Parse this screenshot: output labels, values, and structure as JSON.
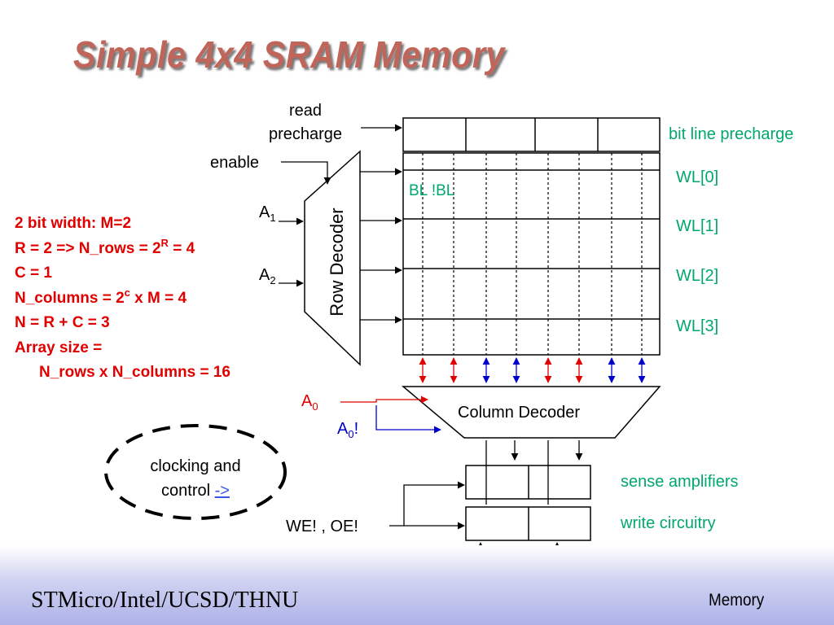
{
  "title": "Simple  4x4 SRAM Memory",
  "labels": {
    "read_precharge_line1": "read",
    "read_precharge_line2": "precharge",
    "enable": "enable",
    "bit_line_precharge": "bit line precharge",
    "bl_label": "BL !BL",
    "a1": "A",
    "a1_sub": "1",
    "a2": "A",
    "a2_sub": "2",
    "row_decoder": "Row Decoder",
    "wl0": "WL[0]",
    "wl1": "WL[1]",
    "wl2": "WL[2]",
    "wl3": "WL[3]",
    "a0": "A",
    "a0_sub": "0",
    "a0n": "A",
    "a0n_sub": "0",
    "a0n_suffix": "!",
    "column_decoder": "Column Decoder",
    "sense_amplifiers": "sense amplifiers",
    "write_circuitry": "write circuitry",
    "we_oe": "WE! , OE!",
    "clocking_line1": "clocking and",
    "clocking_line2": "control ",
    "clocking_link": "->"
  },
  "parameters": {
    "line1": "2 bit width: M=2",
    "line2_pre": "R = 2 => N_rows = 2",
    "line2_sup": "R",
    "line2_post": " = 4",
    "line3": "C = 1",
    "line4_pre": "N_columns = 2",
    "line4_sup": "c",
    "line4_post": " x M = 4",
    "line5": "N = R + C = 3",
    "line6": "Array size =",
    "line7": "N_rows x N_columns = 16"
  },
  "footer": {
    "left": "STMicro/Intel/UCSD/THNU",
    "right": "Memory"
  },
  "colors": {
    "title": "#c0655a",
    "parameters": "#e00000",
    "green_labels": "#00a86b",
    "red_arrows": "#e00000",
    "blue_arrows": "#0000cc"
  }
}
